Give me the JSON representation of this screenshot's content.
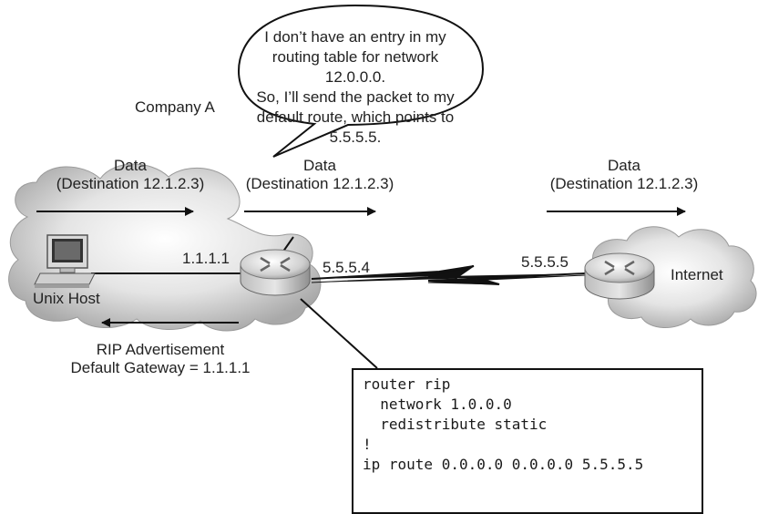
{
  "speech_bubble": {
    "lines": [
      "I don’t have an entry in my",
      "routing table for network 12.0.0.0.",
      "So, I’ll send the packet to my",
      "default route, which points to 5.5.5.5."
    ]
  },
  "company_label": "Company A",
  "data_labels": [
    {
      "title": "Data",
      "destination": "(Destination 12.1.2.3)"
    },
    {
      "title": "Data",
      "destination": "(Destination 12.1.2.3)"
    },
    {
      "title": "Data",
      "destination": "(Destination 12.1.2.3)"
    }
  ],
  "unix_host_label": "Unix Host",
  "interfaces": {
    "router_lan": "1.1.1.1",
    "router_wan": "5.5.5.4",
    "isp_router": "5.5.5.5"
  },
  "internet_label": "Internet",
  "rip_advertisement": {
    "line1": "RIP Advertisement",
    "line2": "Default Gateway = 1.1.1.1"
  },
  "config_lines": [
    "router rip",
    "  network 1.0.0.0",
    "  redistribute static",
    "!",
    "ip route 0.0.0.0 0.0.0.0 5.5.5.5"
  ]
}
